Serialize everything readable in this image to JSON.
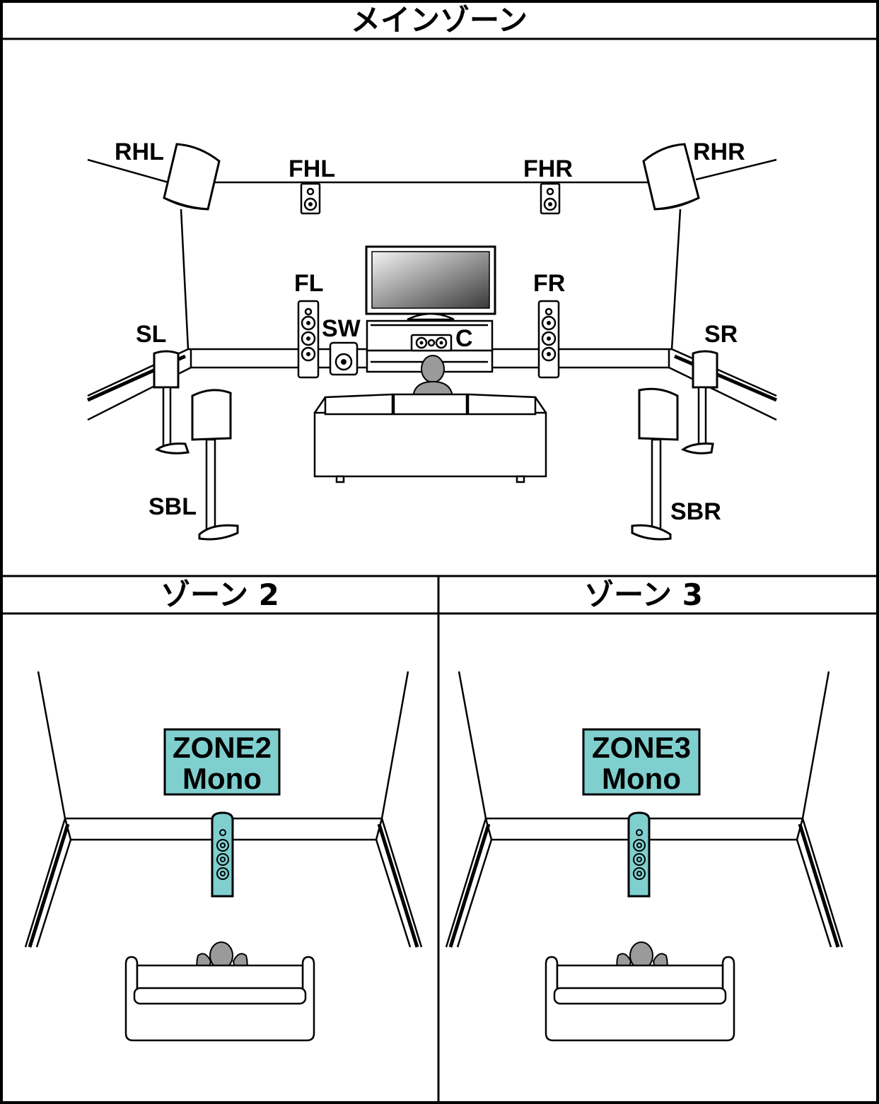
{
  "main_zone": {
    "title": "メインゾーン",
    "speakers": {
      "rhl": "RHL",
      "fhl": "FHL",
      "fhr": "FHR",
      "rhr": "RHR",
      "fl": "FL",
      "fr": "FR",
      "sw": "SW",
      "c": "C",
      "sl": "SL",
      "sr": "SR",
      "sbl": "SBL",
      "sbr": "SBR"
    }
  },
  "zone2": {
    "title": "ゾーン 2",
    "label_line1": "ZONE2",
    "label_line2": "Mono"
  },
  "zone3": {
    "title": "ゾーン 3",
    "label_line1": "ZONE3",
    "label_line2": "Mono"
  },
  "colors": {
    "zone_label_fill": "#7fcfcf",
    "person_fill": "#9a9a9a"
  }
}
